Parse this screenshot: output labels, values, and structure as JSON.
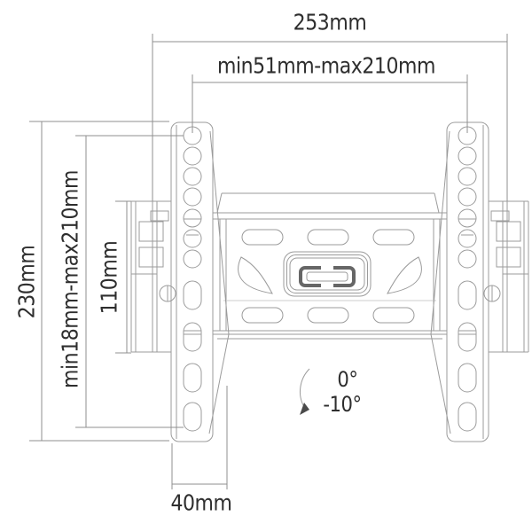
{
  "colors": {
    "background": "#ffffff",
    "line": "#9b9b9b",
    "dimension_line": "#8f8f8f",
    "text": "#2e2e2e",
    "lock_ring": "#666666",
    "arrowhead": "#4a4a4a"
  },
  "dimensions": {
    "overall_width": "253mm",
    "hole_pattern_width_range": "min51mm-max210mm",
    "overall_height": "230mm",
    "hole_pattern_height_range": "min18mm-max210mm",
    "bracket_arm_height": "110mm",
    "bottom_depth": "40mm"
  },
  "tilt_angles": {
    "upper": "0°",
    "lower": "-10°"
  }
}
